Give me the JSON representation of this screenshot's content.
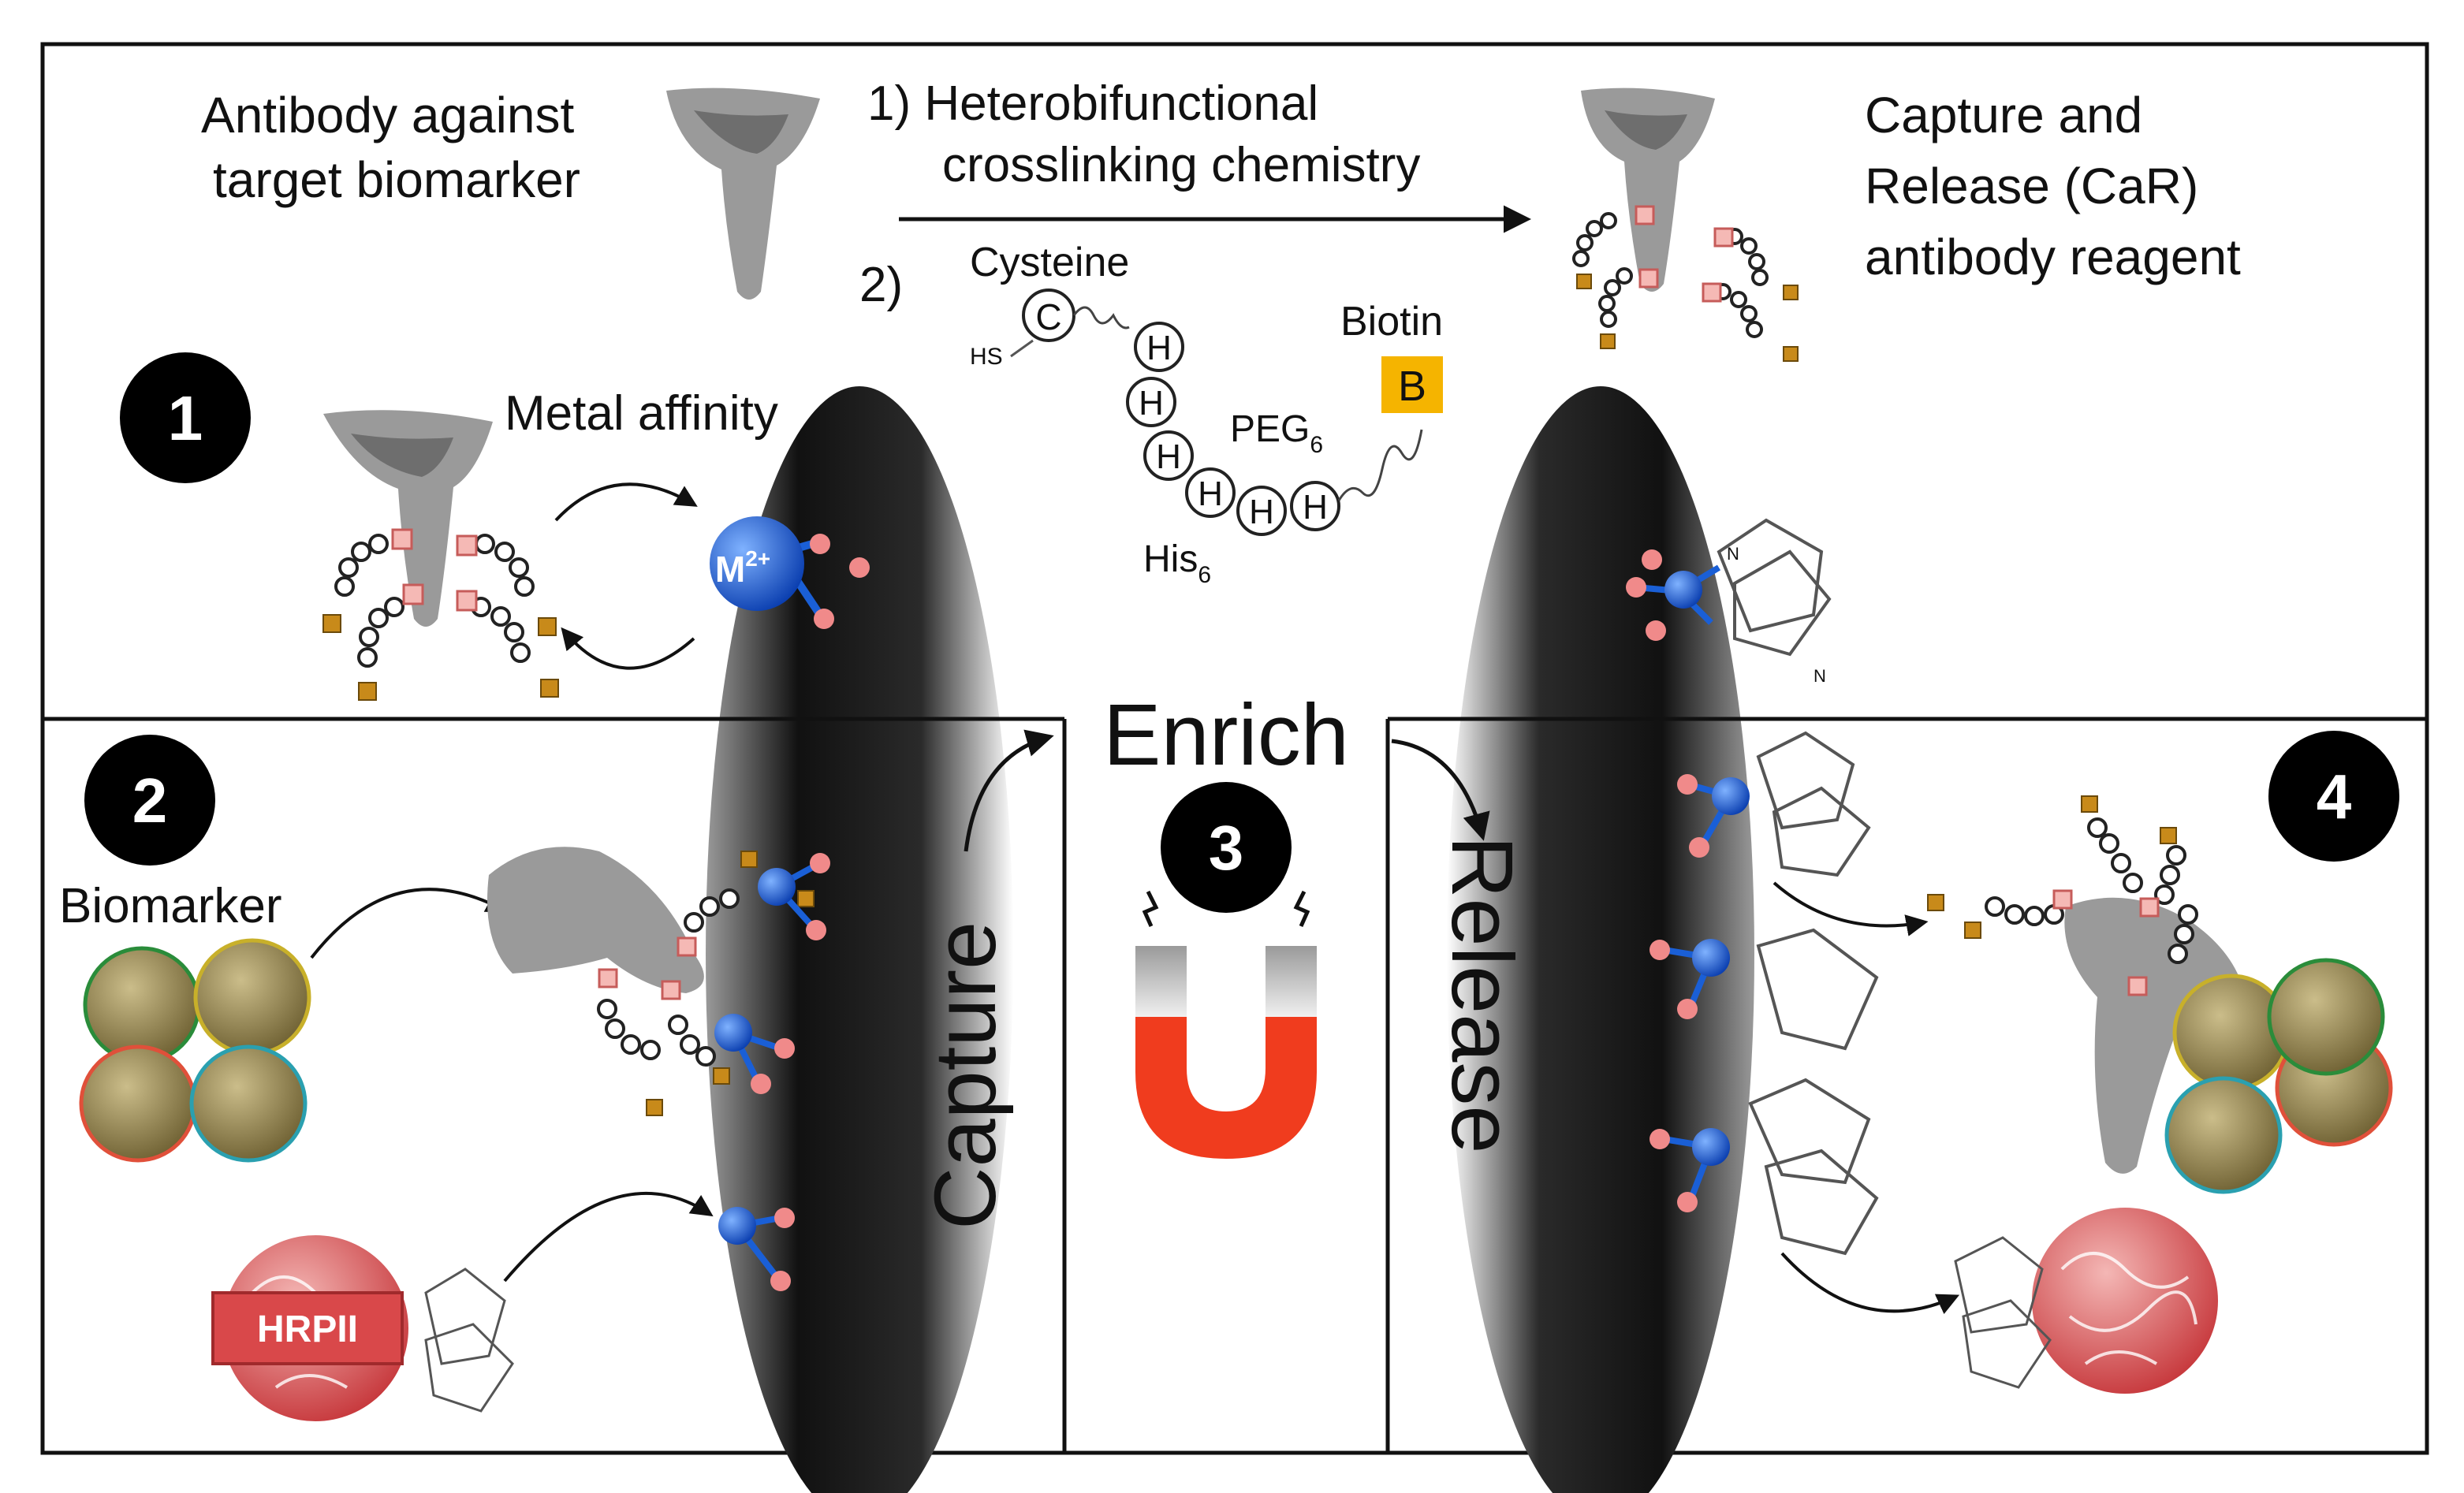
{
  "top": {
    "antibody_label_line1": "Antibody against",
    "antibody_label_line2": "target biomarker",
    "step1_line1": "1)  Heterobifunctional",
    "step1_line2": "crosslinking chemistry",
    "step2_marker": "2)",
    "car_line1": "Capture and",
    "car_line2": "Release (CaR)",
    "car_line3": "antibody reagent"
  },
  "linker": {
    "cysteine": "Cysteine",
    "hs": "HS",
    "c_letter": "C",
    "h_letter": "H",
    "biotin": "Biotin",
    "b_letter": "B",
    "peg": "PEG",
    "peg_sub": "6",
    "his": "His",
    "his_sub": "6"
  },
  "panel1": {
    "number": "1",
    "metal_affinity": "Metal affinity",
    "metal": "M",
    "metal_sup": "2+"
  },
  "panel2": {
    "number": "2",
    "biomarker": "Biomarker",
    "hrpii": "HRPII",
    "capture": "Capture"
  },
  "panel3": {
    "number": "3",
    "enrich": "Enrich"
  },
  "panel4": {
    "number": "4",
    "release": "Release",
    "n_letter": "N"
  },
  "colors": {
    "metal_blue": "#1a5fd6",
    "biotin_orange": "#f5b400",
    "magnet_red": "#f03c1e",
    "hrp_red": "#d9484a",
    "antibody_gray": "#9a9a9a",
    "biomarker_olive": "#8a7a45"
  }
}
